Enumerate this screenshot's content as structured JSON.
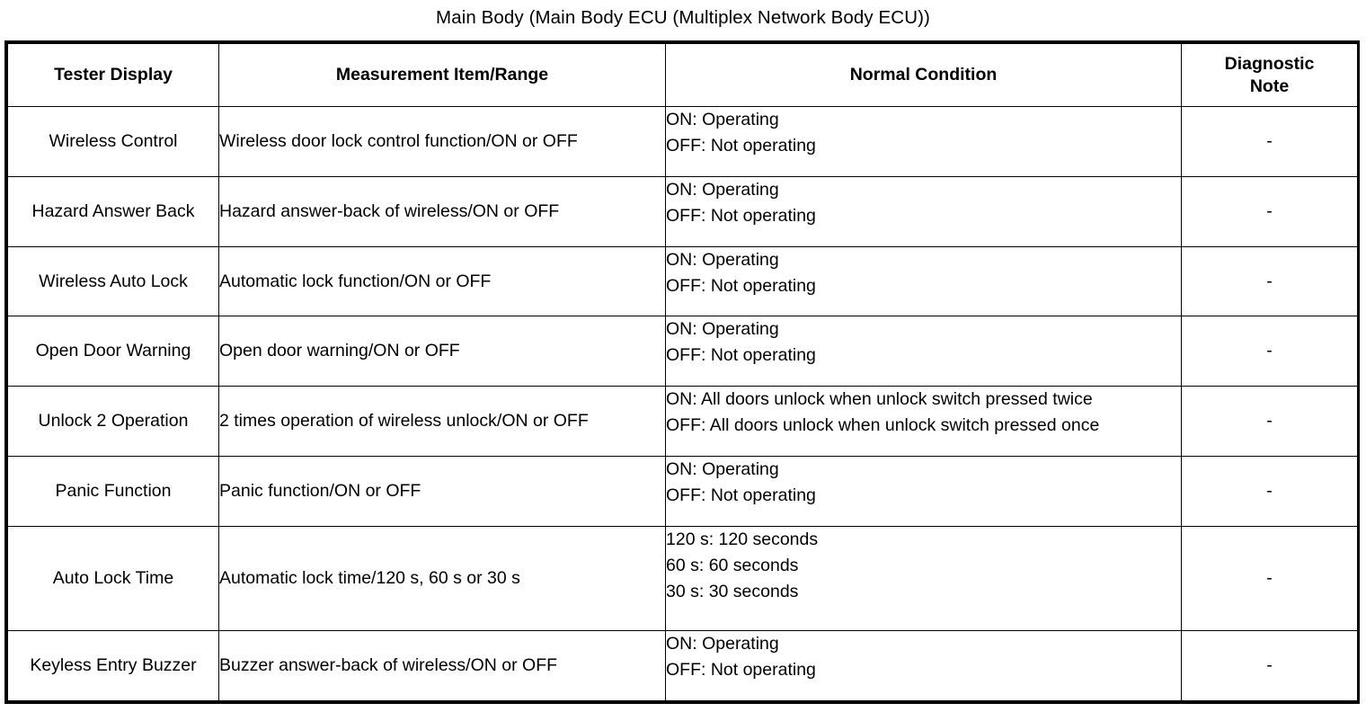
{
  "caption": "Main Body (Main Body ECU (Multiplex Network Body ECU))",
  "table": {
    "headers": {
      "display": "Tester Display",
      "item": "Measurement Item/Range",
      "normal": "Normal Condition",
      "note_line1": "Diagnostic",
      "note_line2": "Note"
    },
    "rows": [
      {
        "display": "Wireless Control",
        "item": "Wireless door lock control function/ON or OFF",
        "conditions": [
          "ON: Operating",
          "OFF: Not operating"
        ],
        "note": "-"
      },
      {
        "display": "Hazard Answer Back",
        "item": "Hazard answer-back of wireless/ON or OFF",
        "conditions": [
          "ON: Operating",
          "OFF: Not operating"
        ],
        "note": "-"
      },
      {
        "display": "Wireless Auto Lock",
        "item": "Automatic lock function/ON or OFF",
        "conditions": [
          "ON: Operating",
          "OFF: Not operating"
        ],
        "note": "-"
      },
      {
        "display": "Open Door Warning",
        "item": "Open door warning/ON or OFF",
        "conditions": [
          "ON: Operating",
          "OFF: Not operating"
        ],
        "note": "-"
      },
      {
        "display": "Unlock 2 Operation",
        "item": "2 times operation of wireless unlock/ON or OFF",
        "conditions": [
          "ON: All doors unlock when unlock switch pressed twice",
          "OFF: All doors unlock when unlock switch pressed once"
        ],
        "note": "-"
      },
      {
        "display": "Panic Function",
        "item": "Panic function/ON or OFF",
        "conditions": [
          "ON: Operating",
          "OFF: Not operating"
        ],
        "note": "-"
      },
      {
        "display": "Auto Lock Time",
        "item": "Automatic lock time/120 s, 60 s or 30 s",
        "conditions": [
          "120 s: 120 seconds",
          "60 s: 60 seconds",
          "30 s: 30 seconds"
        ],
        "note": "-"
      },
      {
        "display": "Keyless Entry Buzzer",
        "item": "Buzzer answer-back of wireless/ON or OFF",
        "conditions": [
          "ON: Operating",
          "OFF: Not operating"
        ],
        "note": "-"
      }
    ]
  }
}
